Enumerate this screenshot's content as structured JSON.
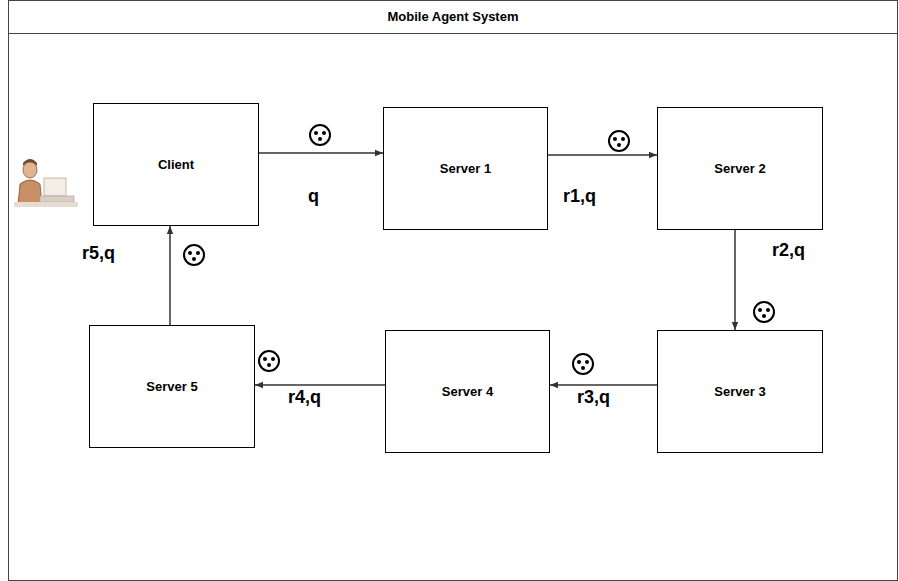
{
  "diagram": {
    "title": "Mobile Agent System",
    "nodes": [
      {
        "text": [
          "Client"
        ]
      },
      {
        "text": [
          "Server 1"
        ]
      },
      {
        "text": [
          "Server 2"
        ]
      },
      {
        "text": [
          "Server 3"
        ]
      },
      {
        "text": [
          "Server 4"
        ]
      },
      {
        "text": [
          "Server 5"
        ]
      }
    ],
    "edges": [
      {
        "from": 0,
        "to": 1,
        "arrow": "to",
        "label": "q"
      },
      {
        "from": 1,
        "to": 2,
        "arrow": "to",
        "label": "r1,q"
      },
      {
        "from": 2,
        "to": 3,
        "arrow": "to",
        "label": "r2,q"
      },
      {
        "from": 3,
        "to": 4,
        "arrow": "to",
        "label": "r3,q"
      },
      {
        "from": 4,
        "to": 5,
        "arrow": "to",
        "label": "r4,q"
      },
      {
        "from": 5,
        "to": 0,
        "arrow": "to",
        "label": "r5,q"
      }
    ]
  }
}
